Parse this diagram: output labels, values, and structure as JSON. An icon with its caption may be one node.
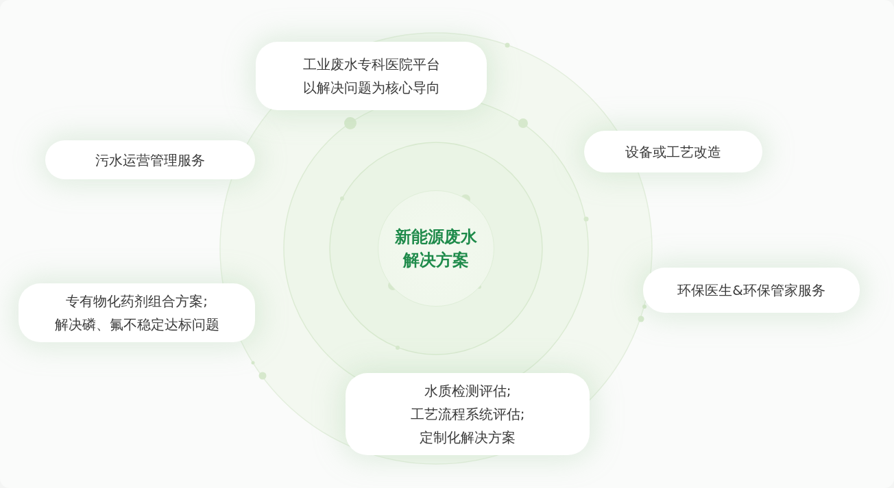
{
  "diagram": {
    "nodes": [
      {
        "text": [
          "工业废水专科医院平台以解决问题为核心导向"
        ]
      },
      {
        "text": [
          "设备或工艺改造"
        ]
      },
      {
        "text": [
          "污水运营管理服务"
        ]
      },
      {
        "text": [
          "新能源废水解决方案"
        ]
      },
      {
        "text": [
          "环保医生&环保管家服务"
        ]
      },
      {
        "text": [
          "专有物化药剂组合方案;",
          "解决磷、氟不稳定达标问题"
        ]
      },
      {
        "text": [
          "水质检测评估;",
          "工艺流程系统评估;",
          "定制化解决方案"
        ]
      }
    ]
  }
}
